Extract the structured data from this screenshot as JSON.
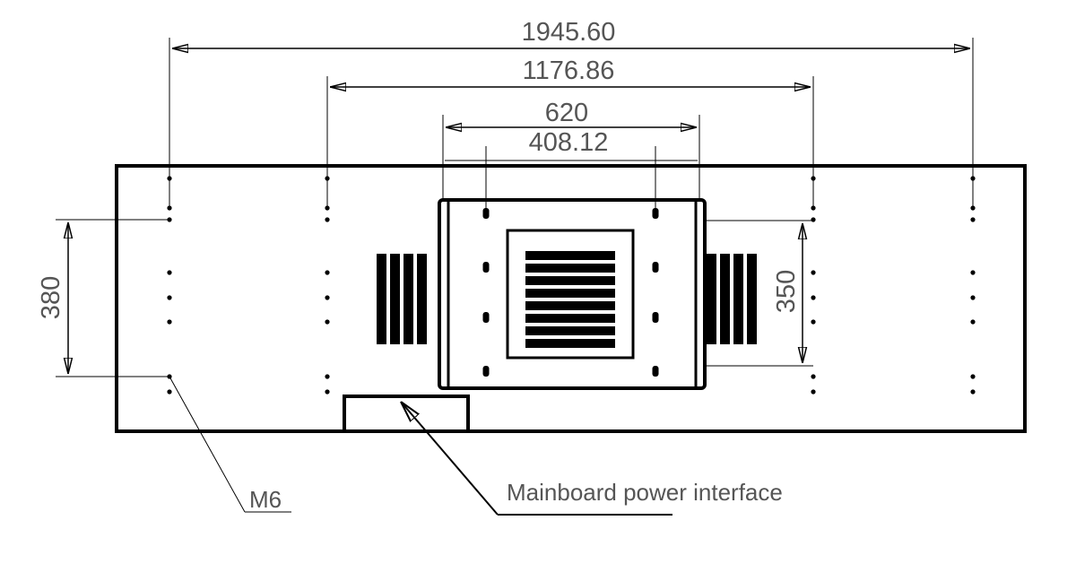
{
  "drawing": {
    "dimensions": {
      "overall_width": "1945.60",
      "inner_width": "1176.86",
      "box_width": "620",
      "box_hole_spacing": "408.12",
      "left_height": "380",
      "right_height": "350"
    },
    "callouts": {
      "thread": "M6",
      "power": "Mainboard power interface"
    },
    "colors": {
      "line": "#000000",
      "text": "#555555",
      "background": "#ffffff"
    }
  }
}
